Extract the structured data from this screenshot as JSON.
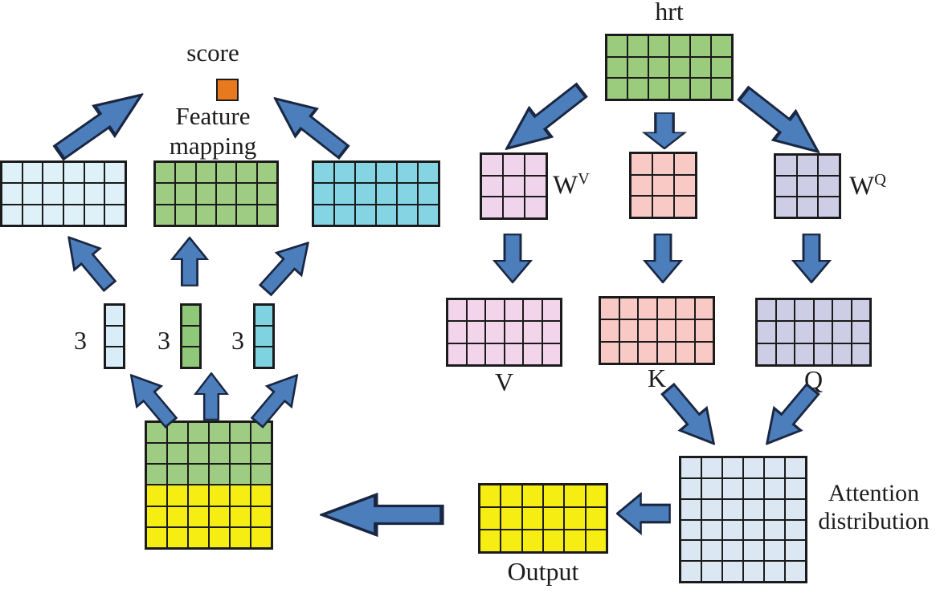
{
  "labels": {
    "hrt": "hrt",
    "score": "score",
    "feature_mapping": {
      "line1": "Feature",
      "line2": "mapping"
    },
    "wv": {
      "base": "W",
      "sup": "V"
    },
    "wq": {
      "base": "W",
      "sup": "Q"
    },
    "v": "V",
    "k": "K",
    "q": "Q",
    "attention": {
      "line1": "Attention",
      "line2": "distribution"
    },
    "output": "Output",
    "dim_left": "3",
    "dim_mid": "3",
    "dim_right": "3"
  },
  "colors": {
    "arrow_fill": "#4C7EBB",
    "arrow_stroke": "#1A2742",
    "grid_stroke": "#1B1B1B",
    "text": "#1C1C1C",
    "orange": "#E8791E",
    "green": "#9BCB7D",
    "feature_green": "#9FCC83",
    "vector_green": "#8FC878",
    "pale_blue": "#DEF0F8",
    "vector_blue": "#D8EDF8",
    "cyan": "#85D4E4",
    "vector_cyan": "#7FD2E0",
    "pink_weight": "#F0D4EC",
    "pink": "#F2D4EB",
    "salmon": "#F8C9C5",
    "purple": "#CDCDE5",
    "attention_blue": "#DBE8F4",
    "yellow": "#F6ED13"
  },
  "matrices": {
    "feat_blue": {
      "cols": 6,
      "rows": 3,
      "fill": "#DEF0F8"
    },
    "feat_green": {
      "cols": 6,
      "rows": 3,
      "fill": "#9FCC83"
    },
    "feat_cyan": {
      "cols": 6,
      "rows": 3,
      "fill": "#85D4E4"
    },
    "vec_blue": {
      "cols": 1,
      "rows": 3,
      "fill": "#D8EDF8"
    },
    "vec_green": {
      "cols": 1,
      "rows": 3,
      "fill": "#8FC878"
    },
    "vec_cyan": {
      "cols": 1,
      "rows": 3,
      "fill": "#7FD2E0"
    },
    "combined": {
      "cols": 6,
      "rows": 6,
      "row_fills": [
        "#9FCC83",
        "#9FCC83",
        "#9FCC83",
        "#F6ED13",
        "#F6ED13",
        "#F6ED13"
      ]
    },
    "hrt": {
      "cols": 6,
      "rows": 3,
      "fill": "#9BCB7D"
    },
    "wv": {
      "cols": 3,
      "rows": 3,
      "fill": "#F0D4EC"
    },
    "wk": {
      "cols": 3,
      "rows": 3,
      "fill": "#F8C9C5"
    },
    "wq": {
      "cols": 3,
      "rows": 3,
      "fill": "#CDCDE5"
    },
    "v": {
      "cols": 6,
      "rows": 3,
      "fill": "#F2D4EB"
    },
    "k": {
      "cols": 6,
      "rows": 3,
      "fill": "#F8C9C5"
    },
    "q": {
      "cols": 6,
      "rows": 3,
      "fill": "#CDCDE5"
    },
    "attention": {
      "cols": 6,
      "rows": 6,
      "fill": "#DBE8F4"
    },
    "output": {
      "cols": 6,
      "rows": 3,
      "fill": "#F6ED13"
    }
  }
}
